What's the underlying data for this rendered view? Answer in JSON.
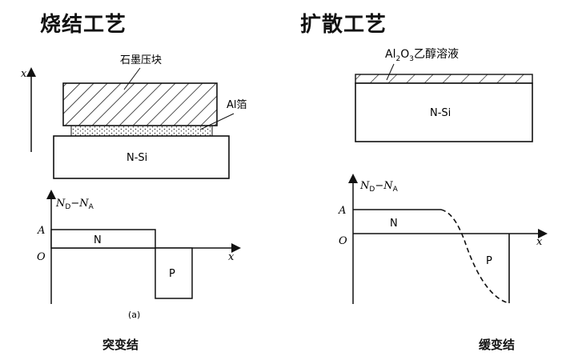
{
  "left": {
    "title": "烧结工艺",
    "graphite_label": "石墨压块",
    "al_label": "Al箔",
    "substrate_label": "N-Si",
    "axis_x_vertical": "x",
    "y_axis_label_nd": "N",
    "y_axis_label_nd_sub": "D",
    "y_axis_label_dash": "−",
    "y_axis_label_na": "N",
    "y_axis_label_na_sub": "A",
    "level_label": "A",
    "origin_label": "O",
    "x_axis_label": "x",
    "region_n": "N",
    "region_p": "P",
    "subfig_label": "(a)",
    "caption": "突变结"
  },
  "right": {
    "title": "扩散工艺",
    "coating_label_pre": "Al",
    "coating_sub1": "2",
    "coating_label_mid": "O",
    "coating_sub2": "3",
    "coating_label_post": "乙醇溶液",
    "substrate_label": "N-Si",
    "y_axis_label_nd": "N",
    "y_axis_label_nd_sub": "D",
    "y_axis_label_dash": "−",
    "y_axis_label_na": "N",
    "y_axis_label_na_sub": "A",
    "level_label": "A",
    "origin_label": "O",
    "x_axis_label": "x",
    "region_n": "N",
    "region_p": "P",
    "caption": "缓变结"
  }
}
